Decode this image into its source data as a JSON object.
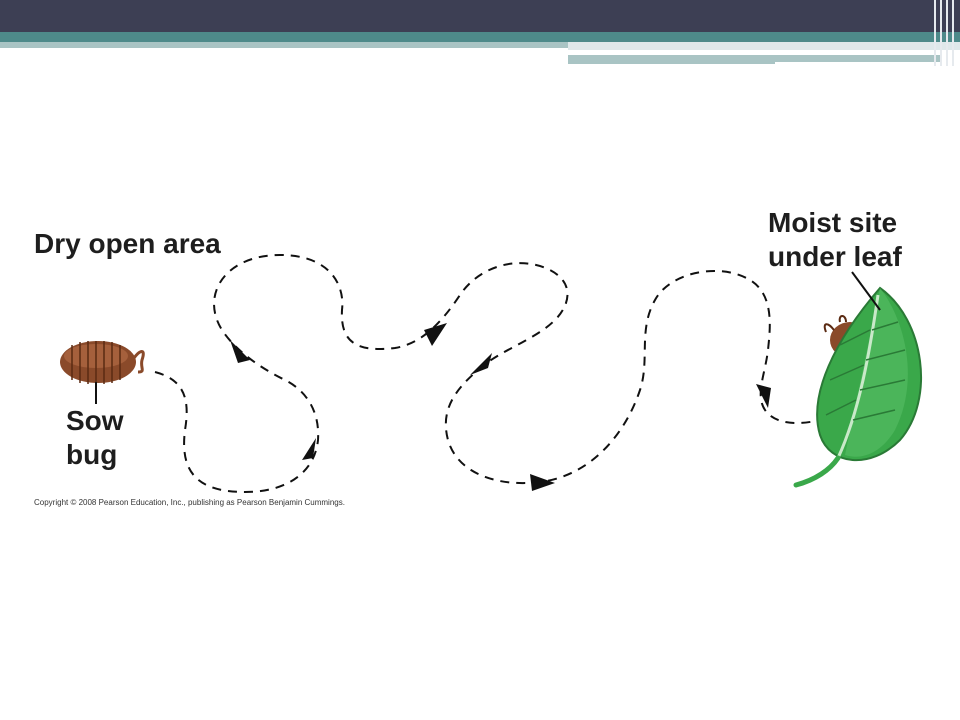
{
  "labels": {
    "dry_area": "Dry open area",
    "moist_site": "Moist site under leaf",
    "sow_bug": "Sow bug"
  },
  "copyright": "Copyright © 2008 Pearson Education, Inc., publishing as Pearson Benjamin Cummings.",
  "colors": {
    "header_dark": "#3d3f54",
    "header_teal": "#4e8a8a",
    "path_stroke": "#111111",
    "leaf_green": "#3aa84a",
    "bug_brown": "#8a4a2a"
  },
  "icons": [
    "sow-bug-icon",
    "leaf-icon",
    "direction-arrow-icon"
  ]
}
